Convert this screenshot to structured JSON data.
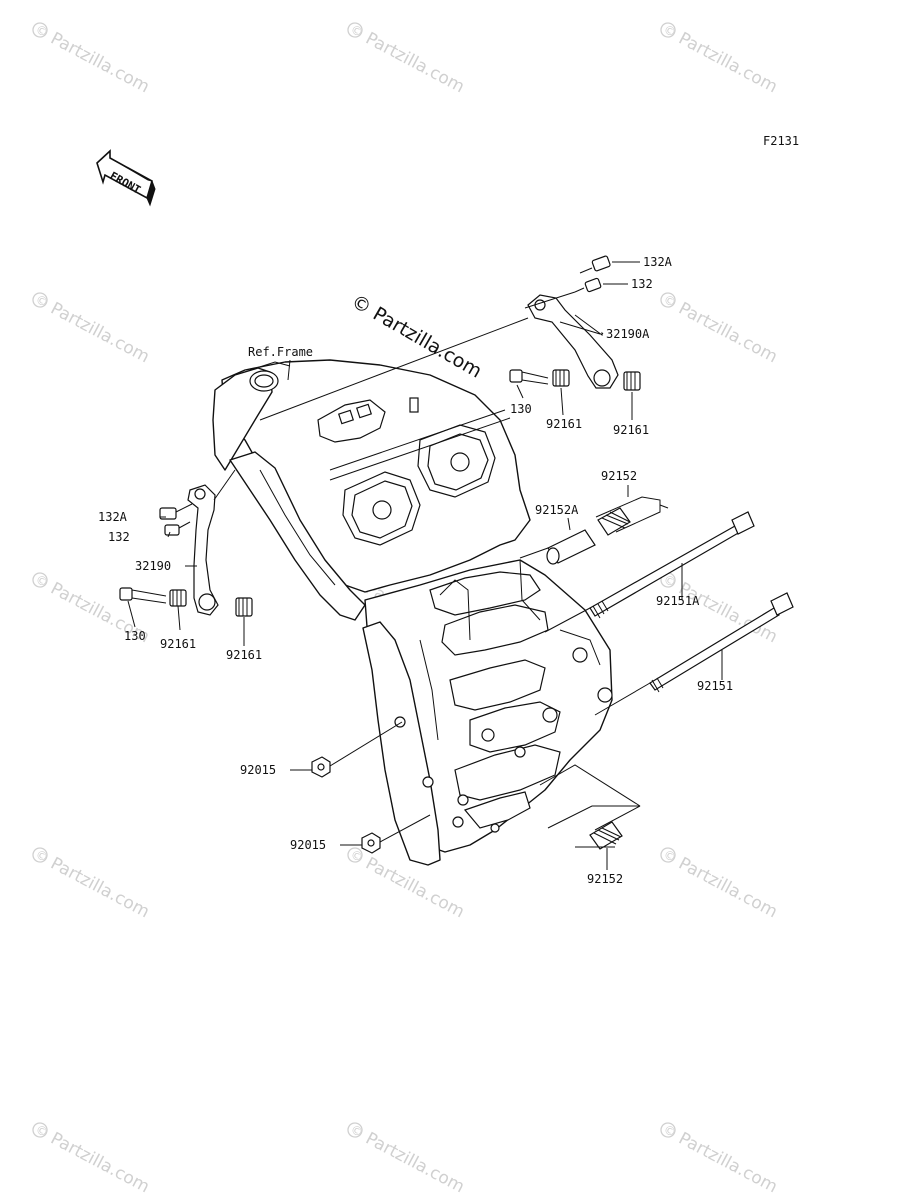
{
  "diagram": {
    "code": "F2131",
    "front_label": "FRONT",
    "ref_frame_label": "Ref.Frame",
    "watermark": "Partzilla.com",
    "center_watermark": "© Partzilla.com",
    "callouts": {
      "c132A_top": "132A",
      "c132_top": "132",
      "c32190A": "32190A",
      "c130_top": "130",
      "c92161_top_a": "92161",
      "c92161_top_b": "92161",
      "c92152_top": "92152",
      "c92152A": "92152A",
      "c92151A": "92151A",
      "c92151": "92151",
      "c132A_left": "132A",
      "c132_left": "132",
      "c32190": "32190",
      "c130_left": "130",
      "c92161_left_a": "92161",
      "c92161_left_b": "92161",
      "c92015_a": "92015",
      "c92015_b": "92015",
      "c92152_bottom": "92152"
    }
  }
}
